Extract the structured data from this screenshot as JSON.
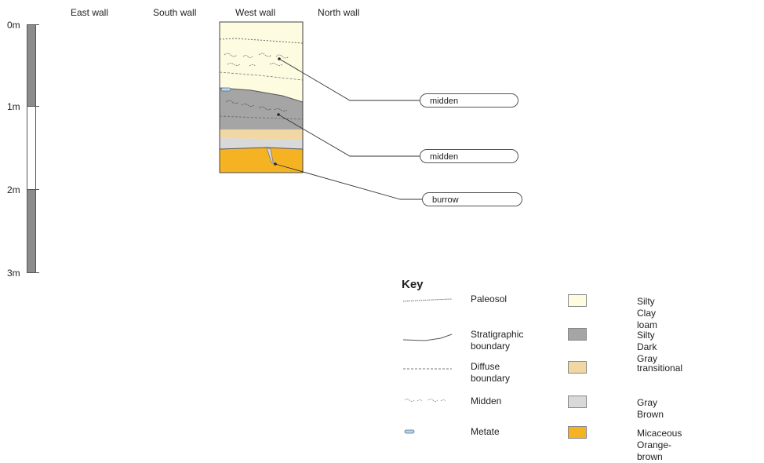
{
  "walls": [
    "East  wall",
    "South wall",
    "West  wall",
    "North wall"
  ],
  "depth_labels": [
    "0m",
    "1m",
    "2m",
    "3m"
  ],
  "callouts": [
    "midden",
    "midden",
    "burrow"
  ],
  "key": {
    "title": "Key",
    "symbols": [
      {
        "label": "Paleosol",
        "icon": "paleosol-line-icon"
      },
      {
        "label": "Stratigraphic boundary",
        "icon": "stratigraphic-boundary-line-icon"
      },
      {
        "label": "Diffuse boundary",
        "icon": "diffuse-boundary-line-icon"
      },
      {
        "label": "Midden",
        "icon": "midden-hatch-icon"
      },
      {
        "label": "Metate",
        "icon": "metate-icon"
      }
    ],
    "colors": [
      {
        "label": "Silty Clay loam",
        "color": "#fdfbe0"
      },
      {
        "label": "Silty Dark Gray",
        "color": "#a5a5a5"
      },
      {
        "label": "transitional",
        "color": "#f0d7a4"
      },
      {
        "label": "Gray Brown",
        "color": "#d9d9d9"
      },
      {
        "label": "Micaceous Orange-brown",
        "color": "#f5b324"
      }
    ]
  }
}
